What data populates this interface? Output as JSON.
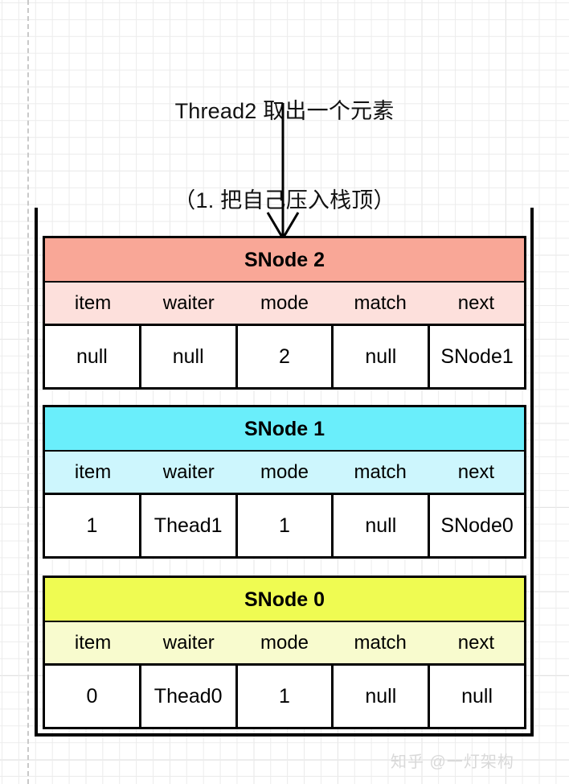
{
  "caption": {
    "line1": "Thread2 取出一个元素",
    "line2": "（1. 把自己压入栈顶）"
  },
  "arrow": {
    "name": "down-arrow",
    "direction": "down"
  },
  "colors": {
    "snode2_header": "#F9A797",
    "snode2_fields": "#FDE0DC",
    "snode1_header": "#6AEEFB",
    "snode1_fields": "#CDF6FD",
    "snode0_header": "#EFFB52",
    "snode0_fields": "#F8FBCE",
    "border": "#000000",
    "grid_minor": "#ECECEC",
    "grid_major": "#D2D2D2",
    "watermark": "#D9D9D9"
  },
  "columns": [
    "item",
    "waiter",
    "mode",
    "match",
    "next"
  ],
  "stack": {
    "nodes": [
      {
        "title": "SNode 2",
        "values": [
          "null",
          "null",
          "2",
          "null",
          "SNode1"
        ]
      },
      {
        "title": "SNode 1",
        "values": [
          "1",
          "Thead1",
          "1",
          "null",
          "SNode0"
        ]
      },
      {
        "title": "SNode 0",
        "values": [
          "0",
          "Thead0",
          "1",
          "null",
          "null"
        ]
      }
    ]
  },
  "watermark": "知乎 @一灯架构"
}
